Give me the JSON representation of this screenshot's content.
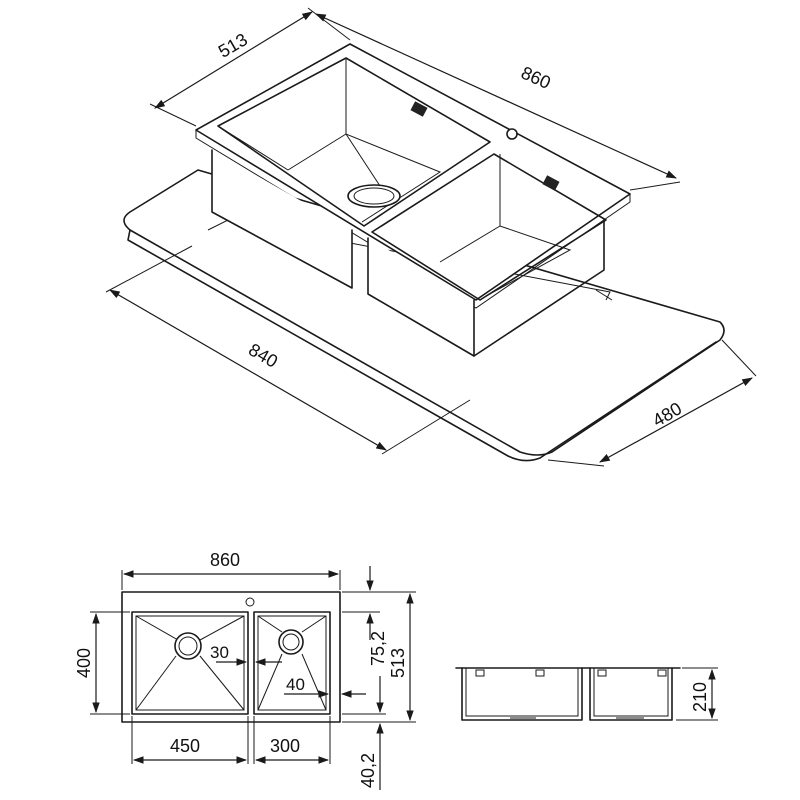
{
  "iso": {
    "width_top": "513",
    "length_top": "860",
    "length_counter": "840",
    "width_counter": "480"
  },
  "plan": {
    "length": "860",
    "depth_front": "400",
    "gap": "30",
    "edge": "40",
    "front_offset": "75,2",
    "total_depth": "513",
    "left_bowl": "450",
    "right_bowl": "300",
    "rear_offset": "40,2"
  },
  "section": {
    "height": "210"
  }
}
